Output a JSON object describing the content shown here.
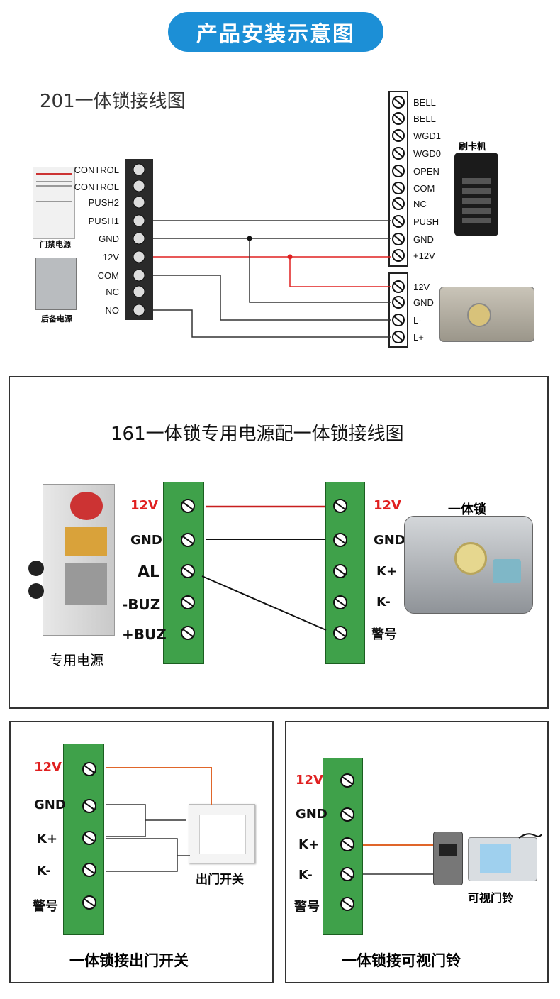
{
  "header": {
    "title": "产品安装示意图"
  },
  "sec1": {
    "title": "201一体锁接线图",
    "left_terminals": [
      "CONTROL",
      "CONTROL",
      "PUSH2",
      "PUSH1",
      "GND",
      "12V",
      "COM",
      "NC",
      "NO"
    ],
    "right_terminals": [
      "BELL",
      "BELL",
      "WGD1",
      "WGD0",
      "OPEN",
      "COM",
      "NC",
      "PUSH",
      "GND",
      "+12V"
    ],
    "lock_terminals": [
      "12V",
      "GND",
      "L-",
      "L+"
    ],
    "door_power_label": "门禁电源",
    "backup_power_label": "后备电源",
    "card_reader_label": "刷卡机"
  },
  "sec2": {
    "title": "161一体锁专用电源配一体锁接线图",
    "left_labels": [
      "12V",
      "GND",
      "AL",
      "-BUZ",
      "+BUZ"
    ],
    "right_labels": [
      "12V",
      "GND",
      "K+",
      "K-",
      "警号"
    ],
    "power_label": "专用电源",
    "lock_label": "一体锁"
  },
  "sec3": {
    "labels": [
      "12V",
      "GND",
      "K+",
      "K-",
      "警号"
    ],
    "switch_label": "出门开关",
    "caption": "一体锁接出门开关"
  },
  "sec4": {
    "labels": [
      "12V",
      "GND",
      "K+",
      "K-",
      "警号"
    ],
    "doorbell_label": "可视门铃",
    "caption": "一体锁接可视门铃"
  },
  "colors": {
    "accent": "#1c8fd6",
    "wire_red": "#e02020",
    "terminal_green": "#3fa14a"
  }
}
